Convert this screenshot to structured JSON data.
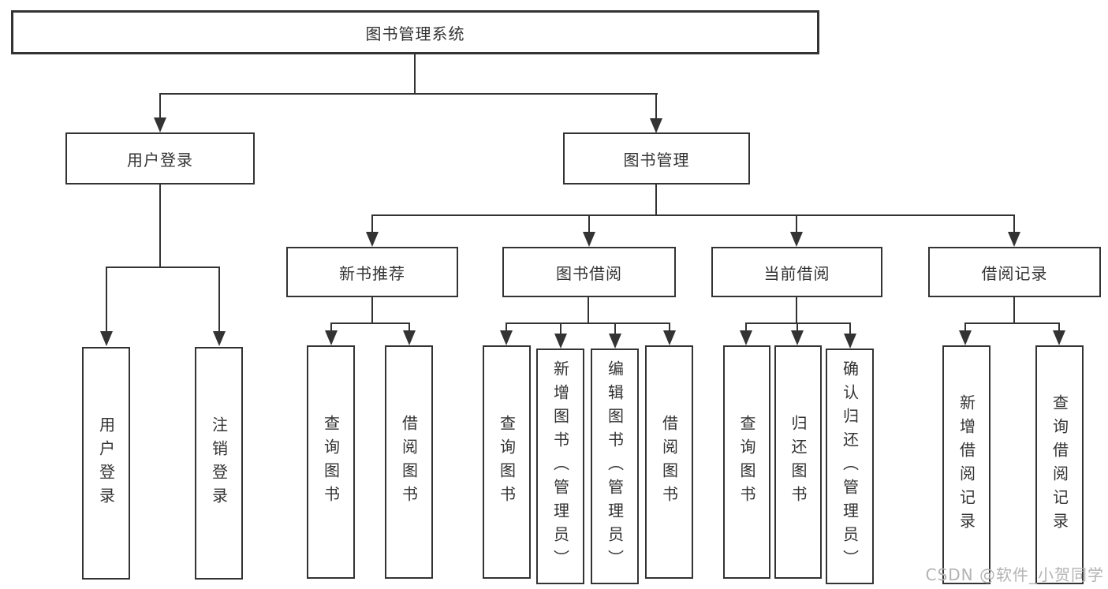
{
  "diagram": {
    "root": {
      "label": "图书管理系统"
    },
    "level2": [
      {
        "label": "用户登录"
      },
      {
        "label": "图书管理"
      }
    ],
    "level3": [
      {
        "label": "新书推荐"
      },
      {
        "label": "图书借阅"
      },
      {
        "label": "当前借阅"
      },
      {
        "label": "借阅记录"
      }
    ],
    "leaves": {
      "login": [
        {
          "label": "用户登录"
        },
        {
          "label": "注销登录"
        }
      ],
      "recommend": [
        {
          "label": "查询图书"
        },
        {
          "label": "借阅图书"
        }
      ],
      "borrow": [
        {
          "label": "查询图书"
        },
        {
          "label": "新增图书（管理员）"
        },
        {
          "label": "编辑图书（管理员）"
        },
        {
          "label": "借阅图书"
        }
      ],
      "current": [
        {
          "label": "查询图书"
        },
        {
          "label": "归还图书"
        },
        {
          "label": "确认归还（管理员）"
        }
      ],
      "records": [
        {
          "label": "新增借阅记录"
        },
        {
          "label": "查询借阅记录"
        }
      ]
    },
    "colors": {
      "line": "#333333",
      "box_border": "#333333",
      "text": "#333333",
      "watermark": "#b3b3b3",
      "background": "#ffffff"
    }
  },
  "watermark": {
    "text": "CSDN @软件_小贺同学"
  }
}
